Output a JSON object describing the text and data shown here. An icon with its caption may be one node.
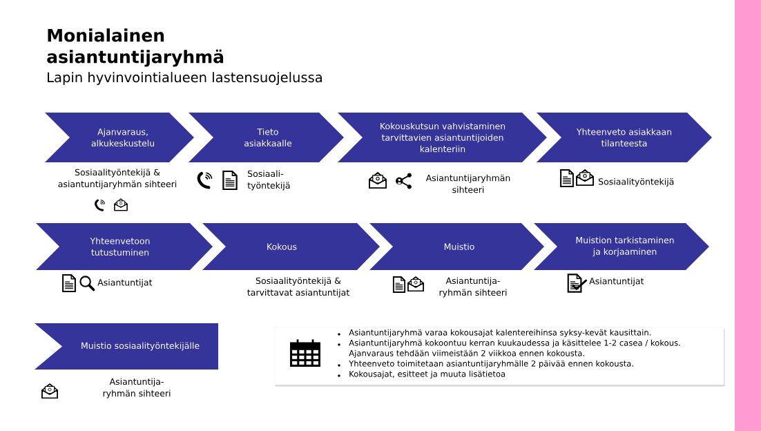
{
  "diagram": {
    "title": "Monialainen asiantuntijaryhmä",
    "nodes": [
      {
        "text": [
          "Ajanvaraus, alkukeskustelu"
        ],
        "beside": [
          "Sosiaalityöntekijä & asiantuntijaryhmän sihteeri"
        ]
      },
      {
        "text": [
          "Tieto asiakkaalle"
        ],
        "beside": [
          "Sosiaali- työntekijä"
        ]
      },
      {
        "text": [
          "Kokouskutsun vahvistaminen tarvittavien asiantuntijoiden kalenteriin"
        ],
        "beside": [
          "Asiantuntijaryhmän sihteeri"
        ]
      },
      {
        "text": [
          "Yhteenveto asiakkaan tilanteesta"
        ],
        "beside": [
          "Sosiaalityöntekijä"
        ]
      },
      {
        "text": [
          "Yhteenvetoon tutustuminen"
        ],
        "beside": [
          "Asiantuntijat"
        ]
      },
      {
        "text": [
          "Kokous"
        ],
        "beside": [
          "Sosiaalityöntekijä & tarvittavat asiantuntijat"
        ]
      },
      {
        "text": [
          "Muistio"
        ],
        "beside": [
          "Asiantuntija- ryhmän sihteeri"
        ]
      },
      {
        "text": [
          "Muistion tarkistaminen ja korjaaminen"
        ],
        "beside": [
          "Asiantuntijat"
        ]
      },
      {
        "text": [
          "Muistio sosiaalityöntekijälle"
        ],
        "beside": [
          "Asiantuntija- ryhmän sihteeri"
        ]
      },
      {
        "text": [
          "Asiantuntijaryhmä varaa kokousajat kalentereihinsa syksy-kevät kausittain.",
          "Asiantuntijaryhmä kokoontuu kerran kuukaudessa ja käsittelee 1-2 casea / kokous. Ajanvaraus tehdään viimeistään 2 viikkoa ennen kokousta.",
          "Yhteenveto toimitetaan asiantuntijaryhmälle 2 päivää ennen kokousta.",
          "Kokousajat, esitteet ja muuta lisätietoa"
        ]
      }
    ],
    "labels": [
      "Lapin hyvinvointialueen lastensuojelussa"
    ]
  }
}
